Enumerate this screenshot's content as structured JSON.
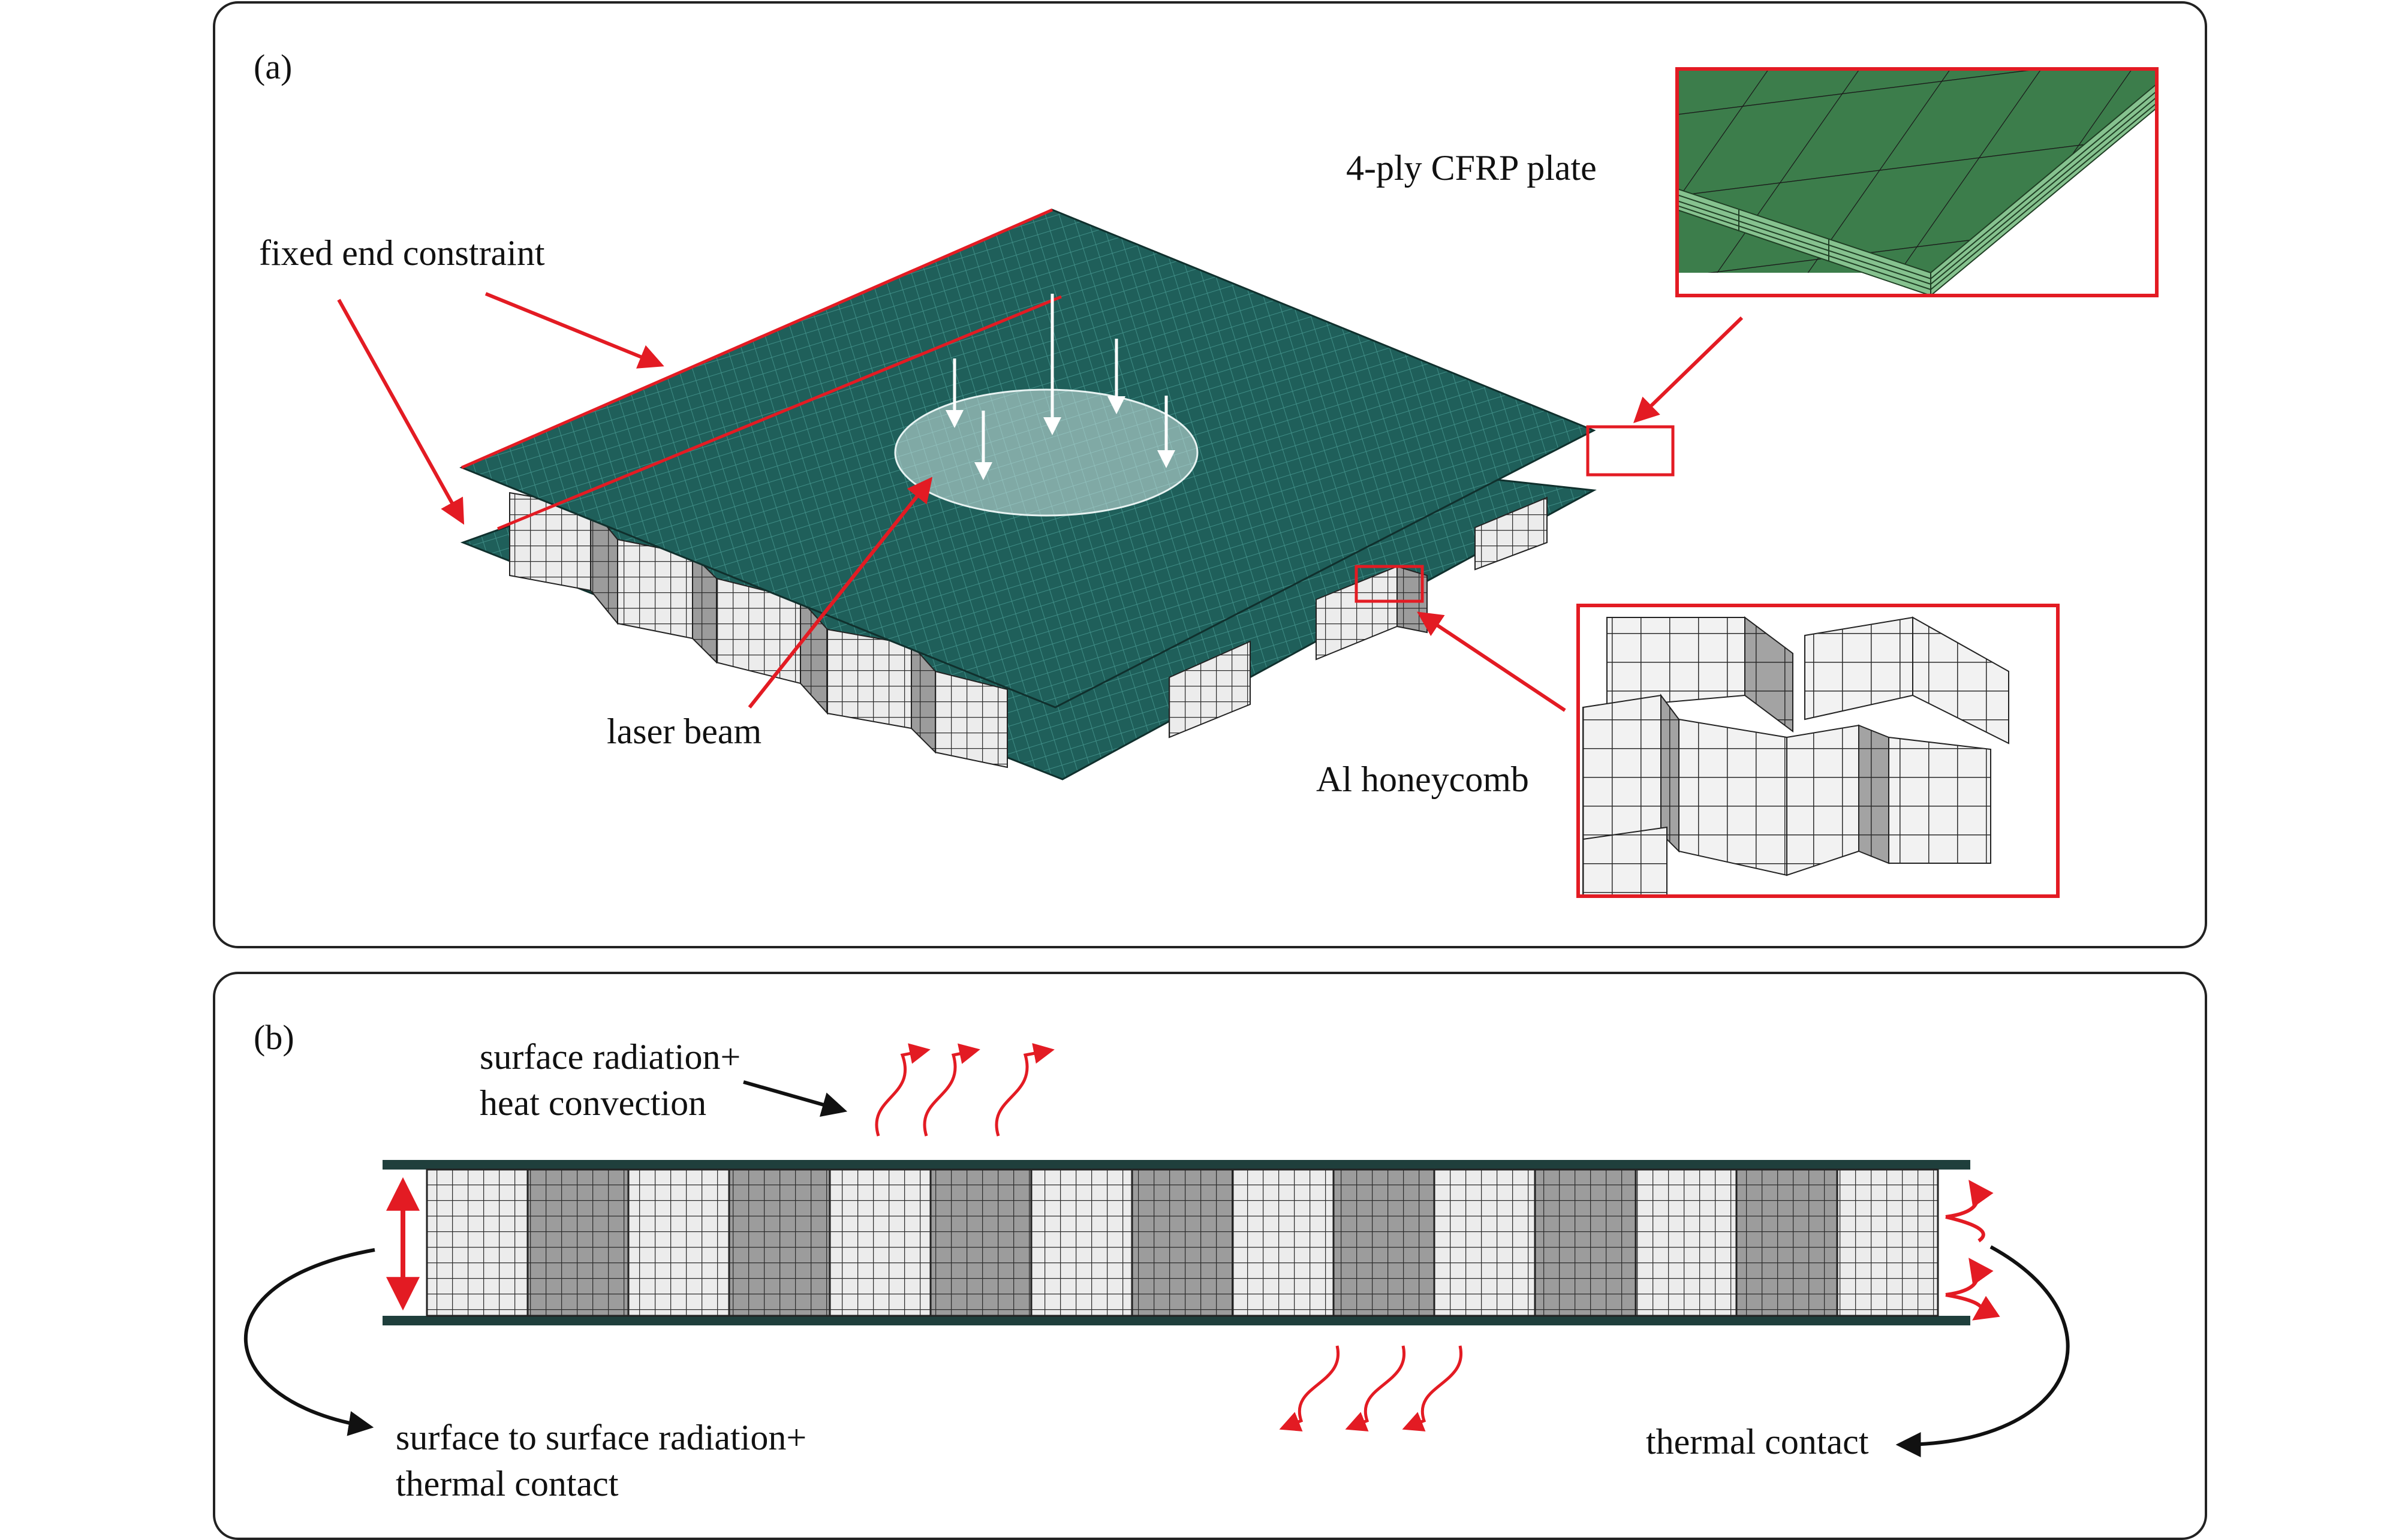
{
  "panel_a": {
    "tag": "(a)",
    "labels": {
      "cfrp_plate": "4-ply CFRP plate",
      "fixed_end": "fixed end constraint",
      "laser_beam": "laser beam",
      "honeycomb": "Al honeycomb"
    }
  },
  "panel_b": {
    "tag": "(b)",
    "labels": {
      "top_line1": "surface radiation+",
      "top_line2": "heat convection",
      "s2s_line1": "surface to surface radiation+",
      "s2s_line2": "thermal contact",
      "thermal_contact": "thermal contact"
    }
  },
  "colors": {
    "frame": "#222222",
    "plate": "#1f5f5a",
    "plate_grid": "#3f8d86",
    "ply_green": "#3c7d4b",
    "ply_light": "#86c28f",
    "cell_wall": "#e9e9e9",
    "cell_dark": "#9e9e9e",
    "highlight": "#e31b23",
    "laser_spot": "#cfe6e4",
    "arrow_black": "#111111"
  }
}
